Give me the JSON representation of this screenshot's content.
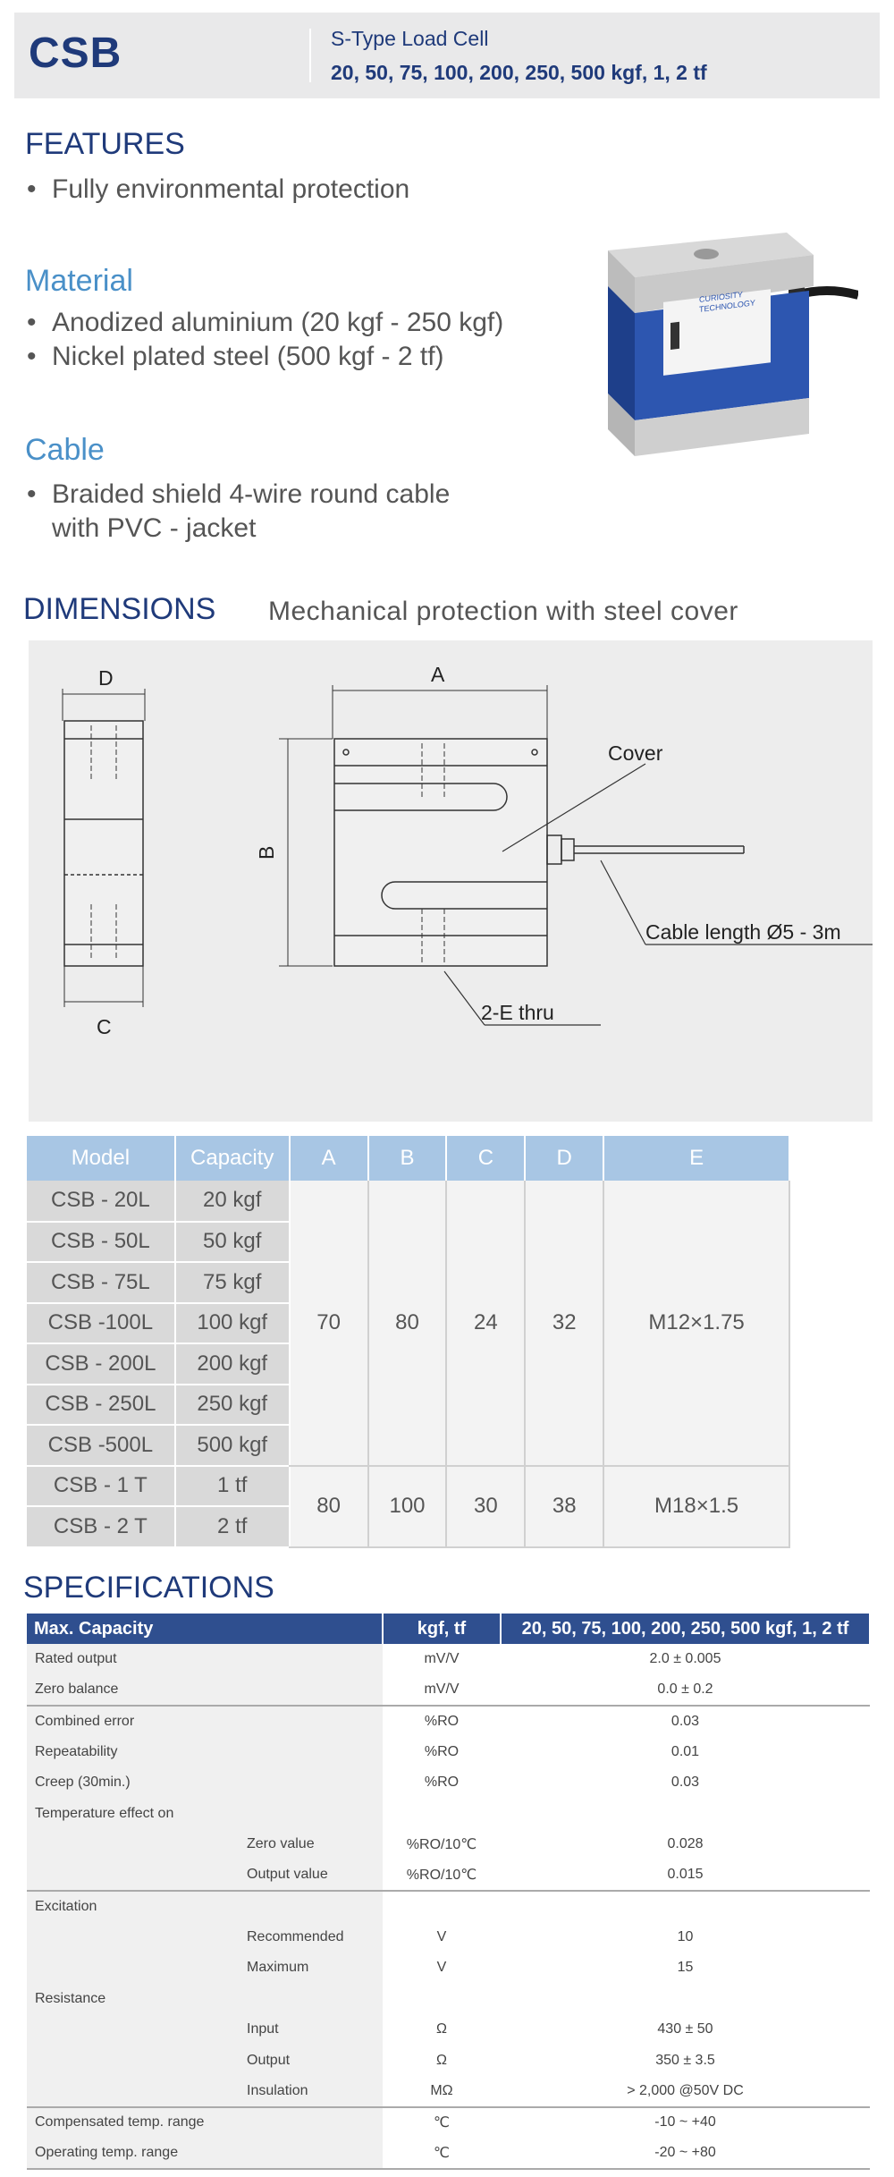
{
  "header": {
    "code": "CSB",
    "subtitle": "S-Type Load Cell",
    "capacities": "20, 50, 75, 100, 200, 250, 500 kgf, 1, 2 tf"
  },
  "features": {
    "title": "FEATURES",
    "items": [
      "Fully environmental protection"
    ]
  },
  "material": {
    "title": "Material",
    "items": [
      "Anodized aluminium (20 kgf - 250 kgf)",
      "Nickel plated steel (500 kgf - 2 tf)"
    ]
  },
  "cable": {
    "title": "Cable",
    "line1": "Braided shield 4-wire round cable",
    "line2": "with PVC - jacket"
  },
  "dimensions": {
    "title": "DIMENSIONS",
    "subtitle": "Mechanical protection with steel cover",
    "labels": {
      "d": "D",
      "a": "A",
      "b": "B",
      "c": "C",
      "cover": "Cover",
      "cable_len": "Cable length Ø5 - 3m",
      "thru": "2-E thru"
    }
  },
  "photo_label": {
    "brand1": "CURIOSITY",
    "brand2": "TECHNOLOGY"
  },
  "dim_table": {
    "headers": [
      "Model",
      "Capacity",
      "A",
      "B",
      "C",
      "D",
      "E"
    ],
    "rows": [
      {
        "model": "CSB - 20L",
        "capacity": "20 kgf"
      },
      {
        "model": "CSB - 50L",
        "capacity": "50 kgf"
      },
      {
        "model": "CSB - 75L",
        "capacity": "75 kgf"
      },
      {
        "model": "CSB -100L",
        "capacity": "100 kgf"
      },
      {
        "model": "CSB - 200L",
        "capacity": "200 kgf"
      },
      {
        "model": "CSB - 250L",
        "capacity": "250 kgf"
      },
      {
        "model": "CSB -500L",
        "capacity": "500 kgf"
      },
      {
        "model": "CSB - 1 T",
        "capacity": "1 tf"
      },
      {
        "model": "CSB - 2 T",
        "capacity": "2 tf"
      }
    ],
    "group1": {
      "a": "70",
      "b": "80",
      "c": "24",
      "d": "32",
      "e": "M12×1.75"
    },
    "group2": {
      "a": "80",
      "b": "100",
      "c": "30",
      "d": "38",
      "e": "M18×1.5"
    }
  },
  "specifications": {
    "title": "SPECIFICATIONS",
    "headers": [
      "Max. Capacity",
      "kgf, tf",
      "20, 50, 75, 100, 200, 250, 500 kgf, 1, 2 tf"
    ],
    "rows": [
      {
        "l1": "Rated output",
        "l2": "",
        "unit": "mV/V",
        "value": "2.0 ± 0.005"
      },
      {
        "l1": "Zero balance",
        "l2": "",
        "unit": "mV/V",
        "value": "0.0 ± 0.2"
      },
      {
        "l1": "Combined error",
        "l2": "",
        "unit": "%RO",
        "value": "0.03"
      },
      {
        "l1": "Repeatability",
        "l2": "",
        "unit": "%RO",
        "value": "0.01"
      },
      {
        "l1": "Creep (30min.)",
        "l2": "",
        "unit": "%RO",
        "value": "0.03"
      },
      {
        "l1": "Temperature effect on",
        "l2": "",
        "unit": "",
        "value": ""
      },
      {
        "l1": "",
        "l2": "Zero value",
        "unit": "%RO/10℃",
        "value": "0.028"
      },
      {
        "l1": "",
        "l2": "Output  value",
        "unit": "%RO/10℃",
        "value": "0.015"
      },
      {
        "l1": "Excitation",
        "l2": "",
        "unit": "",
        "value": ""
      },
      {
        "l1": "",
        "l2": "Recommended",
        "unit": "V",
        "value": "10"
      },
      {
        "l1": "",
        "l2": "Maximum",
        "unit": "V",
        "value": "15"
      },
      {
        "l1": "Resistance",
        "l2": "",
        "unit": "",
        "value": ""
      },
      {
        "l1": "",
        "l2": "Input",
        "unit": "Ω",
        "value": "430 ± 50"
      },
      {
        "l1": "",
        "l2": "Output",
        "unit": "Ω",
        "value": "350 ± 3.5"
      },
      {
        "l1": "",
        "l2": "Insulation",
        "unit": "MΩ",
        "value": "> 2,000 @50V DC"
      },
      {
        "l1": "Compensated temp. range",
        "l2": "",
        "unit": "℃",
        "value": "-10 ~ +40"
      },
      {
        "l1": "Operating temp. range",
        "l2": "",
        "unit": "℃",
        "value": "-20 ~ +80"
      }
    ]
  }
}
